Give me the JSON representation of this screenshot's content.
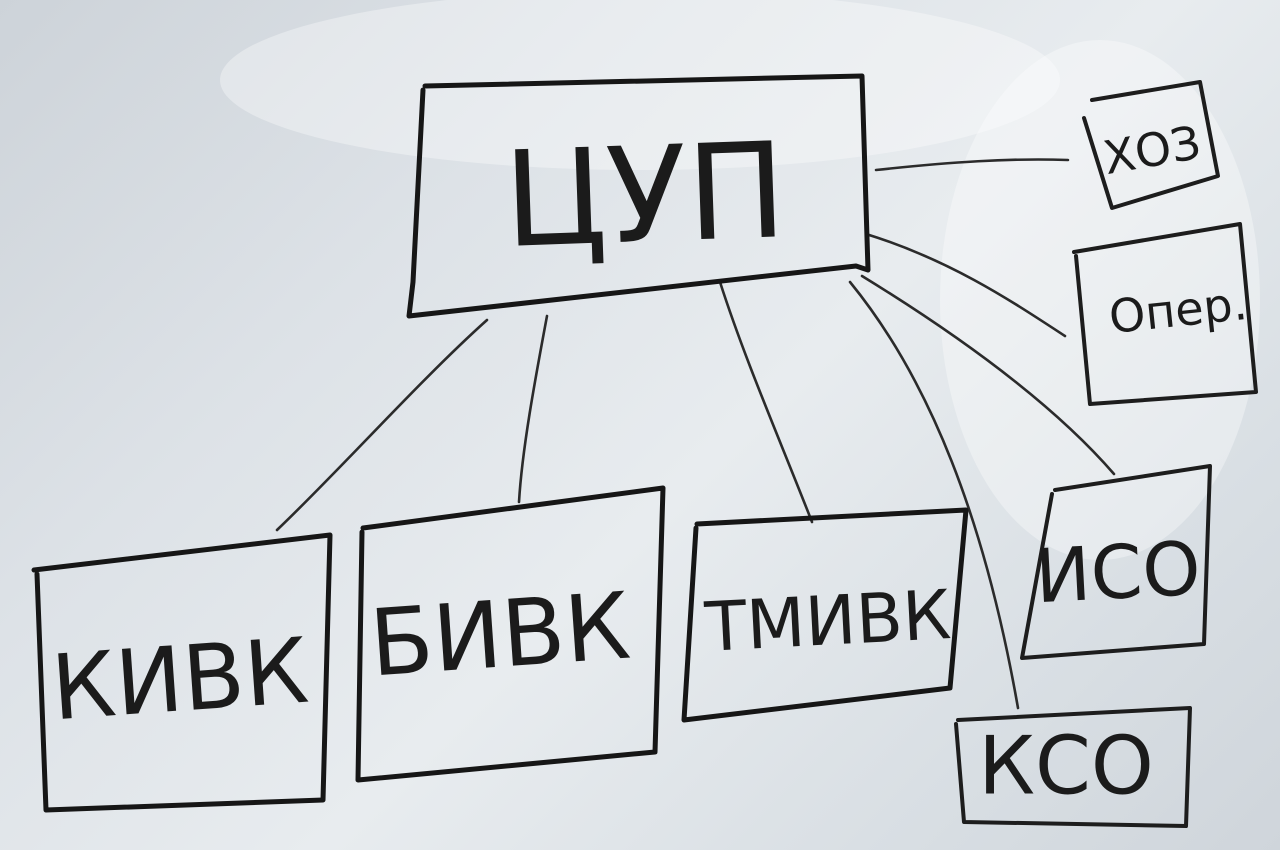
{
  "diagram": {
    "nodes": {
      "root": {
        "label": "ЦУП"
      },
      "kivk": {
        "label": "КИВК"
      },
      "bivk": {
        "label": "БИВК"
      },
      "tmivk": {
        "label": "ТМИВК"
      },
      "iso": {
        "label": "ИСО"
      },
      "kso": {
        "label": "КСО"
      },
      "khoz": {
        "label": "ХОЗ"
      },
      "oper": {
        "label": "Опер."
      }
    },
    "edges": [
      {
        "from": "root",
        "to": "kivk"
      },
      {
        "from": "root",
        "to": "bivk"
      },
      {
        "from": "root",
        "to": "tmivk"
      },
      {
        "from": "root",
        "to": "kso"
      },
      {
        "from": "root",
        "to": "iso"
      },
      {
        "from": "root",
        "to": "oper"
      },
      {
        "from": "root",
        "to": "khoz"
      }
    ]
  }
}
